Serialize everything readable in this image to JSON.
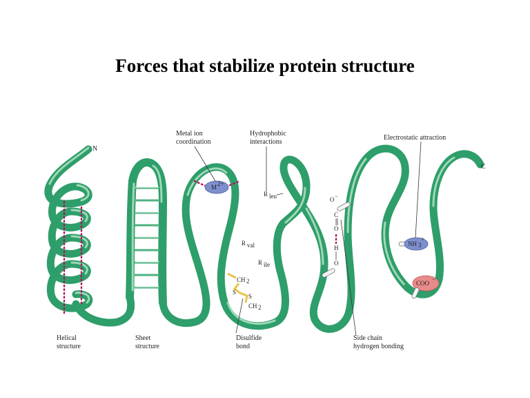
{
  "title": "Forces that stabilize protein structure",
  "labels": {
    "n_terminus": "N",
    "c_terminus": "C",
    "metal_ion_line1": "Metal ion",
    "metal_ion_line2": "coordination",
    "hydrophobic_line1": "Hydrophobic",
    "hydrophobic_line2": "interactions",
    "electrostatic": "Electrostatic attraction",
    "helical_line1": "Helical",
    "helical_line2": "structure",
    "sheet_line1": "Sheet",
    "sheet_line2": "structure",
    "disulfide_line1": "Disulfide",
    "disulfide_line2": "bond",
    "hbond_line1": "Side chain",
    "hbond_line2": "hydrogen bonding"
  },
  "chem": {
    "metal_ion": "M",
    "metal_charge": "2+",
    "r": "R",
    "leu": "leu",
    "val": "val",
    "ile": "ile",
    "ch2_top": "CH",
    "ch2_bottom": "CH",
    "two": "2",
    "s_left": "S",
    "s_right": "S",
    "o_minus": "O",
    "minus": "−",
    "c": "C",
    "o": "O",
    "h": "H",
    "o_bottom": "O",
    "nh3": "NH",
    "three": "3",
    "plus": "+",
    "coo": "COO"
  },
  "colors": {
    "ribbon": "#2e9e6a",
    "ribbon_highlight": "#9fd8b6",
    "hydrogen_bond": "#b0145a",
    "metal_ion": "#7d8fce",
    "nh3_group": "#7d8fce",
    "coo_group": "#e98a8a",
    "disulfide": "#e8c64a"
  }
}
